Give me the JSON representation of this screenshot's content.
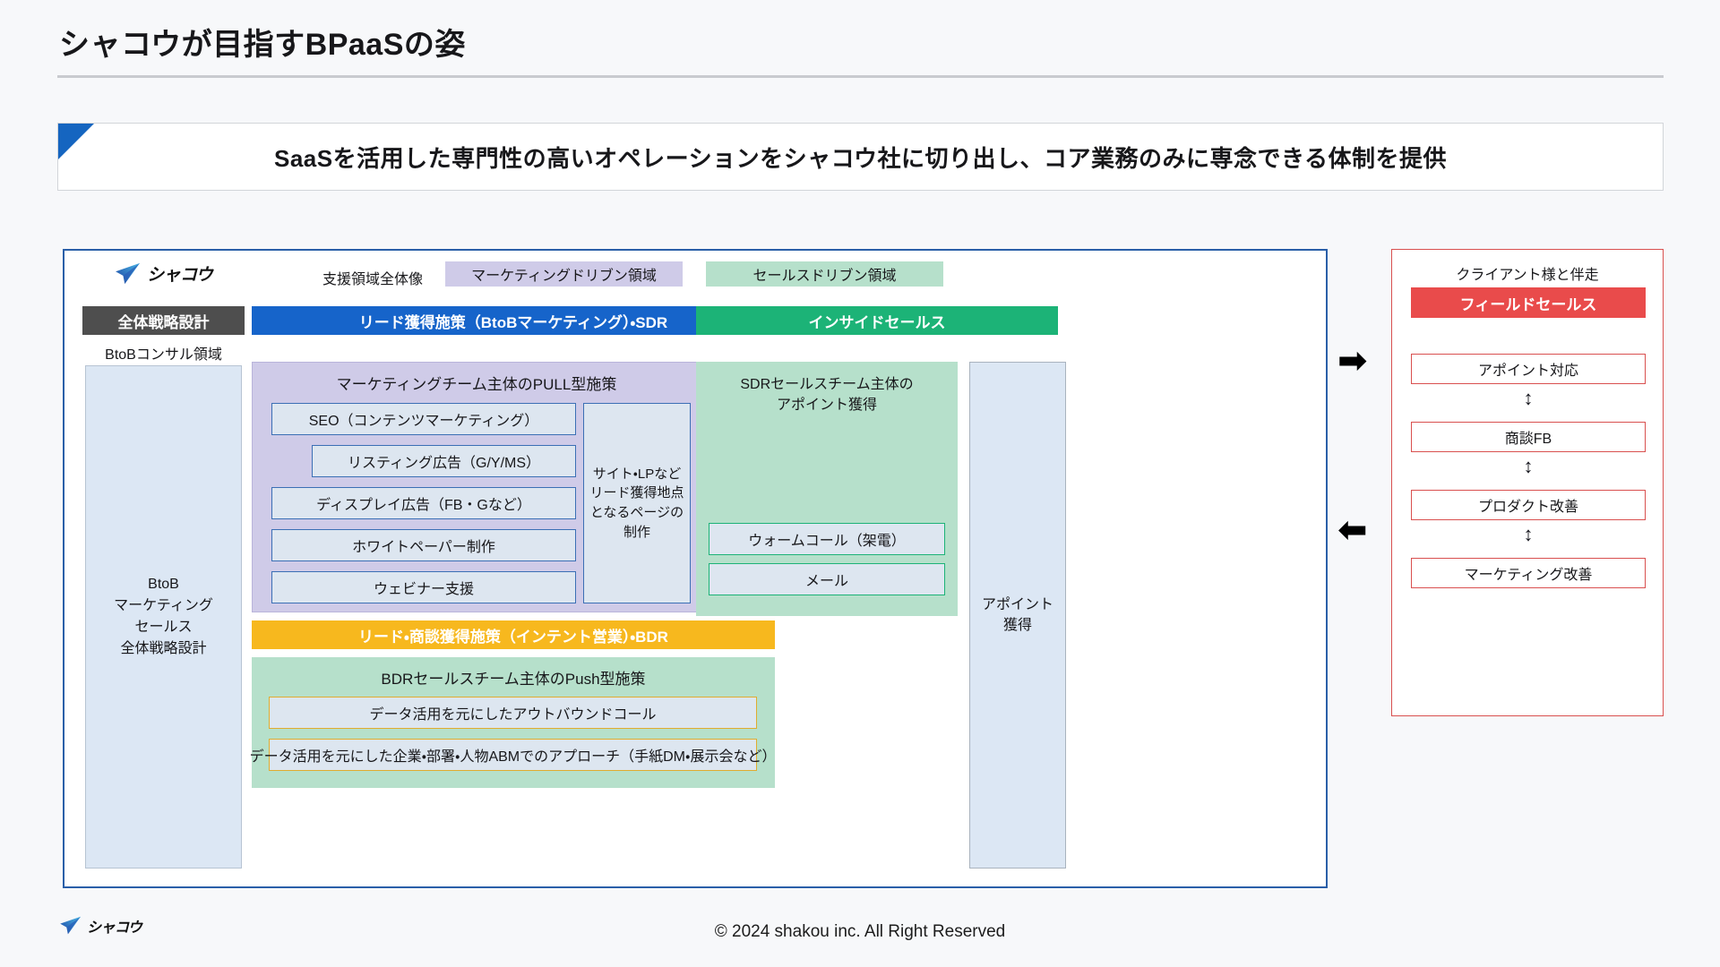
{
  "slide": {
    "title": "シャコウが目指すBPaaSの姿",
    "banner_text": "SaaSを活用した専門性の高いオペレーションをシャコウ社に切り出し、コア業務のみに専念できる体制を提供",
    "copyright": "© 2024 shakou inc. All Right Reserved",
    "brand_name": "シャコウ"
  },
  "colors": {
    "accent_blue": "#1664ca",
    "frame_blue": "#2a5fa8",
    "strategy_gray": "#4e4e4e",
    "inside_green": "#1cb377",
    "bdr_orange": "#f7b81e",
    "field_red": "#e94b4b",
    "panel_red": "#d9504f",
    "legend_lavender": "#cfcbe8",
    "legend_green": "#b6e0cb",
    "box_fill_blue": "#dce7f4",
    "pill_fill": "#dde6f0",
    "pill_border_blue": "#3b6fb5"
  },
  "legend": {
    "title": "支援領域全体像",
    "chips": [
      {
        "label": "マーケティングドリブン領域"
      },
      {
        "label": "セールスドリブン領域"
      }
    ]
  },
  "headers": {
    "strategy": "全体戦略設計",
    "lead": "リード獲得施策（BtoBマーケティング）・SDR",
    "inside": "インサイドセールス"
  },
  "consult": {
    "label": "BtoBコンサル領域",
    "body": "BtoB\nマーケティング\nセールス\n全体戦略設計",
    "body_lines": [
      "BtoB",
      "マーケティング",
      "セールス",
      "全体戦略設計"
    ]
  },
  "pull": {
    "title": "マーケティングチーム主体のPULL型施策",
    "items": [
      {
        "label": "SEO（コンテンツマーケティング）"
      },
      {
        "label": "リスティング広告（G/Y/MS）"
      },
      {
        "label": "ディスプレイ広告（FB・Gなど）"
      },
      {
        "label": "ホワイトペーパー制作"
      },
      {
        "label": "ウェビナー支援"
      }
    ],
    "side_box": "サイト・LPなどリード獲得地点となるページの制作",
    "side_box_lines": [
      "サイト・LPなど",
      "リード獲得地点",
      "となるページの",
      "制作"
    ]
  },
  "bdr": {
    "bar_label": "リード・商談獲得施策（インテント営業）・BDR",
    "title": "BDRセールスチーム主体のPush型施策",
    "items": [
      {
        "label": "データ活用を元にしたアウトバウンドコール"
      },
      {
        "label": "データ活用を元にした企業・部署・人物ABMでのアプローチ（手紙DM・展示会など）"
      }
    ]
  },
  "inside_sales": {
    "title": "SDRセールスチーム主体のアポイント獲得",
    "title_lines": [
      "SDRセールスチーム主体の",
      "アポイント獲得"
    ],
    "items": [
      {
        "label": "ウォームコール（架電）"
      },
      {
        "label": "メール"
      }
    ]
  },
  "appointment": {
    "label": "アポイント獲得",
    "label_lines": [
      "アポイント",
      "獲得"
    ]
  },
  "connectors": {
    "right_arrow": "➡",
    "left_arrow": "⬅",
    "vertical_arrow": "↕"
  },
  "client_panel": {
    "title": "クライアント様と伴走",
    "field_sales": "フィールドセールス",
    "steps": [
      {
        "label": "アポイント対応"
      },
      {
        "label": "商談FB"
      },
      {
        "label": "プロダクト改善"
      },
      {
        "label": "マーケティング改善"
      }
    ]
  }
}
